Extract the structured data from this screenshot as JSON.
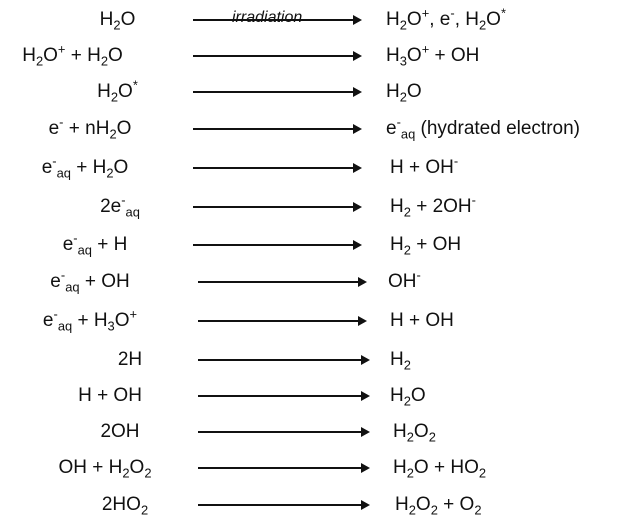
{
  "scheme": {
    "condition_label": "irradiation",
    "reactions": [
      {
        "id": "r1",
        "reactants": [
          {
            "t": "H"
          },
          {
            "t": "2",
            "k": "sub"
          },
          {
            "t": "O"
          }
        ],
        "products": [
          {
            "t": "H"
          },
          {
            "t": "2",
            "k": "sub"
          },
          {
            "t": "O"
          },
          {
            "t": "+",
            "k": "sup"
          },
          {
            "t": ", e"
          },
          {
            "t": "-",
            "k": "sup"
          },
          {
            "t": ", H"
          },
          {
            "t": "2",
            "k": "sub"
          },
          {
            "t": "O"
          },
          {
            "t": "*",
            "k": "sup"
          }
        ]
      },
      {
        "id": "r2",
        "reactants": [
          {
            "t": "H"
          },
          {
            "t": "2",
            "k": "sub"
          },
          {
            "t": "O"
          },
          {
            "t": "+",
            "k": "sup"
          },
          {
            "t": " + H"
          },
          {
            "t": "2",
            "k": "sub"
          },
          {
            "t": "O"
          }
        ],
        "products": [
          {
            "t": "H"
          },
          {
            "t": "3",
            "k": "sub"
          },
          {
            "t": "O"
          },
          {
            "t": "+",
            "k": "sup"
          },
          {
            "t": " + OH"
          }
        ]
      },
      {
        "id": "r3",
        "reactants": [
          {
            "t": "H"
          },
          {
            "t": "2",
            "k": "sub"
          },
          {
            "t": "O"
          },
          {
            "t": "*",
            "k": "sup"
          }
        ],
        "products": [
          {
            "t": "H"
          },
          {
            "t": "2",
            "k": "sub"
          },
          {
            "t": "O"
          }
        ]
      },
      {
        "id": "r4",
        "reactants": [
          {
            "t": "e"
          },
          {
            "t": "-",
            "k": "sup"
          },
          {
            "t": " + nH"
          },
          {
            "t": "2",
            "k": "sub"
          },
          {
            "t": "O"
          }
        ],
        "products": [
          {
            "t": "e"
          },
          {
            "t": "-",
            "k": "sup"
          },
          {
            "t": "aq",
            "k": "sub"
          },
          {
            "t": " (hydrated electron)"
          }
        ]
      },
      {
        "id": "r5",
        "reactants": [
          {
            "t": "e"
          },
          {
            "t": "-",
            "k": "sup"
          },
          {
            "t": "aq",
            "k": "sub"
          },
          {
            "t": " + H"
          },
          {
            "t": "2",
            "k": "sub"
          },
          {
            "t": "O"
          }
        ],
        "products": [
          {
            "t": "H + OH"
          },
          {
            "t": "-",
            "k": "sup"
          }
        ]
      },
      {
        "id": "r6",
        "reactants": [
          {
            "t": "2e"
          },
          {
            "t": "-",
            "k": "sup"
          },
          {
            "t": "aq",
            "k": "sub"
          }
        ],
        "products": [
          {
            "t": "H"
          },
          {
            "t": "2",
            "k": "sub"
          },
          {
            "t": " + 2OH"
          },
          {
            "t": "-",
            "k": "sup"
          }
        ]
      },
      {
        "id": "r7",
        "reactants": [
          {
            "t": "e"
          },
          {
            "t": "-",
            "k": "sup"
          },
          {
            "t": "aq",
            "k": "sub"
          },
          {
            "t": " + H"
          }
        ],
        "products": [
          {
            "t": "H"
          },
          {
            "t": "2",
            "k": "sub"
          },
          {
            "t": " + OH"
          }
        ]
      },
      {
        "id": "r8",
        "reactants": [
          {
            "t": "e"
          },
          {
            "t": "-",
            "k": "sup"
          },
          {
            "t": "aq",
            "k": "sub"
          },
          {
            "t": " + OH"
          }
        ],
        "products": [
          {
            "t": "OH"
          },
          {
            "t": "-",
            "k": "sup"
          }
        ]
      },
      {
        "id": "r9",
        "reactants": [
          {
            "t": "e"
          },
          {
            "t": "-",
            "k": "sup"
          },
          {
            "t": "aq",
            "k": "sub"
          },
          {
            "t": " + H"
          },
          {
            "t": "3",
            "k": "sub"
          },
          {
            "t": "O"
          },
          {
            "t": "+",
            "k": "sup"
          }
        ],
        "products": [
          {
            "t": "H + OH"
          }
        ]
      },
      {
        "id": "r10",
        "reactants": [
          {
            "t": "2H"
          }
        ],
        "products": [
          {
            "t": "H"
          },
          {
            "t": "2",
            "k": "sub"
          }
        ]
      },
      {
        "id": "r11",
        "reactants": [
          {
            "t": "H + OH"
          }
        ],
        "products": [
          {
            "t": "H"
          },
          {
            "t": "2",
            "k": "sub"
          },
          {
            "t": "O"
          }
        ]
      },
      {
        "id": "r12",
        "reactants": [
          {
            "t": "2OH"
          }
        ],
        "products": [
          {
            "t": "H"
          },
          {
            "t": "2",
            "k": "sub"
          },
          {
            "t": "O"
          },
          {
            "t": "2",
            "k": "sub"
          }
        ]
      },
      {
        "id": "r13",
        "reactants": [
          {
            "t": "OH + H"
          },
          {
            "t": "2",
            "k": "sub"
          },
          {
            "t": "O"
          },
          {
            "t": "2",
            "k": "sub"
          }
        ],
        "products": [
          {
            "t": "H"
          },
          {
            "t": "2",
            "k": "sub"
          },
          {
            "t": "O + HO"
          },
          {
            "t": "2",
            "k": "sub"
          }
        ]
      },
      {
        "id": "r14",
        "reactants": [
          {
            "t": "2HO"
          },
          {
            "t": "2",
            "k": "sub"
          }
        ],
        "products": [
          {
            "t": "H"
          },
          {
            "t": "2",
            "k": "sub"
          },
          {
            "t": "O"
          },
          {
            "t": "2",
            "k": "sub"
          },
          {
            "t": " + O"
          },
          {
            "t": "2",
            "k": "sub"
          }
        ]
      }
    ]
  }
}
